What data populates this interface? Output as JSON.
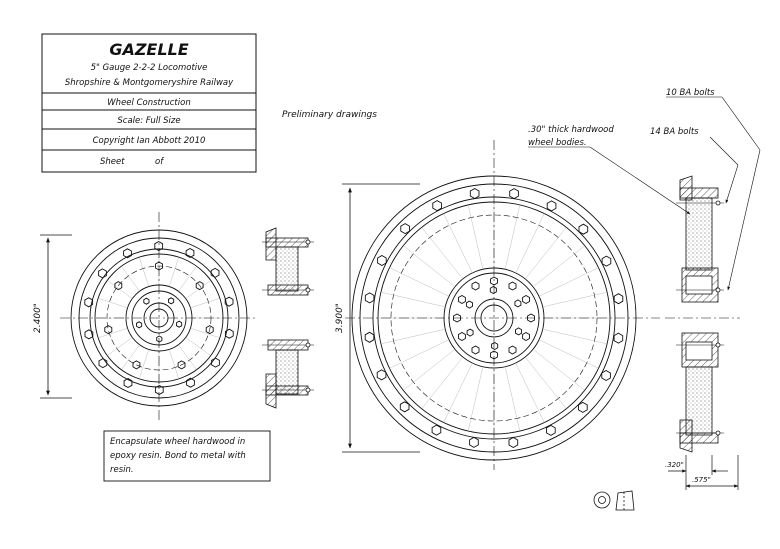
{
  "title_block": {
    "title": "GAZELLE",
    "line1": "5\" Gauge 2-2-2 Locomotive",
    "line2": "Shropshire & Montgomeryshire Railway",
    "subject": "Wheel Construction",
    "scale": "Scale: Full Size",
    "copyright": "Copyright Ian Abbott 2010",
    "sheet_label": "Sheet",
    "of_label": "of"
  },
  "notes": {
    "preliminary": "Preliminary drawings",
    "encapsulate": [
      "Encapsulate wheel hardwood in",
      "epoxy resin.  Bond to metal with",
      "resin."
    ],
    "hardwood": [
      ".30\" thick hardwood",
      "wheel bodies."
    ],
    "bolts_10ba": "10 BA bolts",
    "bolts_14ba": "14 BA bolts"
  },
  "dimensions": {
    "small_wheel_dia": "2.400\"",
    "large_wheel_dia": "3.900\"",
    "dim_320": ".320\"",
    "dim_575": ".575\""
  },
  "colors": {
    "line": "#111111",
    "hatch": "#333333",
    "background": "#ffffff"
  }
}
